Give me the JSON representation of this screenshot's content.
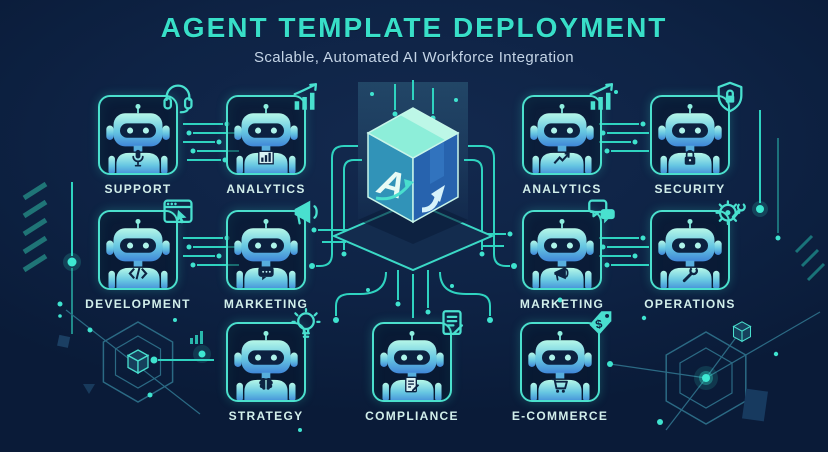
{
  "header": {
    "title": "AGENT TEMPLATE DEPLOYMENT",
    "subtitle": "Scalable, Automated AI Workforce Integration"
  },
  "hub": {
    "name": "ai-template-package-cube",
    "cube_letter": "A"
  },
  "agents": [
    {
      "id": "support",
      "label": "SUPPORT",
      "badge_icon": "headset-icon",
      "emblem_icon": "microphone-icon"
    },
    {
      "id": "analytics-left",
      "label": "ANALYTICS",
      "badge_icon": "growth-chart-icon",
      "emblem_icon": "bar-chart-icon"
    },
    {
      "id": "analytics-right",
      "label": "ANALYTICS",
      "badge_icon": "growth-chart-icon",
      "emblem_icon": "trend-arrow-icon"
    },
    {
      "id": "security",
      "label": "SECURITY",
      "badge_icon": "shield-lock-icon",
      "emblem_icon": "padlock-icon"
    },
    {
      "id": "development",
      "label": "DEVELOPMENT",
      "badge_icon": "browser-cursor-icon",
      "emblem_icon": "code-brackets-icon"
    },
    {
      "id": "marketing-left",
      "label": "MARKETING",
      "badge_icon": "megaphone-icon",
      "emblem_icon": "chat-bubble-icon"
    },
    {
      "id": "marketing-right",
      "label": "MARKETING",
      "badge_icon": "chat-bubbles-icon",
      "emblem_icon": "megaphone-icon"
    },
    {
      "id": "operations",
      "label": "OPERATIONS",
      "badge_icon": "gear-wrench-icon",
      "emblem_icon": "wrench-icon"
    },
    {
      "id": "strategy",
      "label": "STRATEGY",
      "badge_icon": "lightbulb-icon",
      "emblem_icon": "brain-icon"
    },
    {
      "id": "compliance",
      "label": "COMPLIANCE",
      "badge_icon": "document-icon",
      "emblem_icon": "checklist-pen-icon"
    },
    {
      "id": "ecommerce",
      "label": "E-COMMERCE",
      "badge_icon": "price-tag-icon",
      "emblem_icon": "shopping-cart-icon"
    }
  ],
  "icons": {
    "price_tag_symbol": "$"
  },
  "colors": {
    "background": "#0e2345",
    "accent": "#38dfc8",
    "card_border": "#4be0cd",
    "subtitle_text": "#c4d4e6",
    "label_text": "#d2efeb",
    "robot_top": "#b5f7e8",
    "robot_bottom": "#3f86d8",
    "circuit_line": "#2fd3c0"
  }
}
